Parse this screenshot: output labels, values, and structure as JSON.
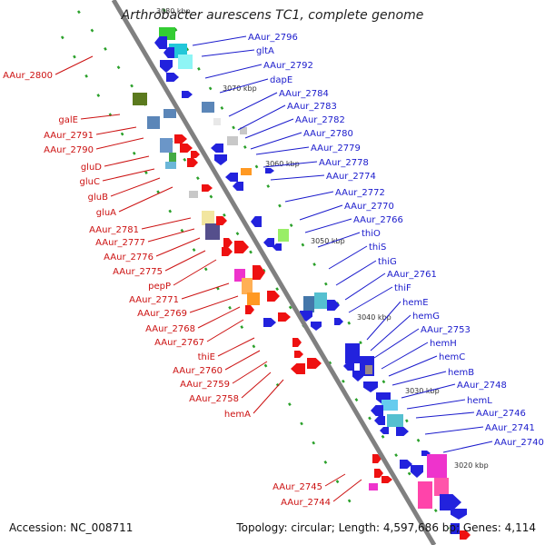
{
  "header": {
    "title": "Arthrobacter aurescens TC1, complete genome"
  },
  "footer": {
    "accession": "Accession: NC_008711",
    "summary": "Topology: circular; Length: 4,597,686 bp; Genes: 4,114"
  },
  "colors": {
    "forward_label": "#1a1acc",
    "reverse_label": "#cc1111",
    "backbone": "#808080"
  },
  "ticks": [
    {
      "label": "3080 kbp"
    },
    {
      "label": "3070 kbp"
    },
    {
      "label": "3060 kbp"
    },
    {
      "label": "3050 kbp"
    },
    {
      "label": "3040 kbp"
    },
    {
      "label": "3030 kbp"
    },
    {
      "label": "3020 kbp"
    }
  ],
  "labels_right": [
    "AAur_2796",
    "gltA",
    "AAur_2792",
    "dapE",
    "AAur_2784",
    "AAur_2783",
    "AAur_2782",
    "AAur_2780",
    "AAur_2779",
    "AAur_2778",
    "AAur_2774",
    "AAur_2772",
    "AAur_2770",
    "AAur_2766",
    "thiO",
    "thiS",
    "thiG",
    "AAur_2761",
    "thiF",
    "hemE",
    "hemG",
    "AAur_2753",
    "hemH",
    "hemC",
    "hemB",
    "AAur_2748",
    "hemL",
    "AAur_2746",
    "AAur_2741",
    "AAur_2740"
  ],
  "labels_left": [
    "AAur_2800",
    "galE",
    "AAur_2791",
    "AAur_2790",
    "gluD",
    "gluC",
    "gluB",
    "gluA",
    "AAur_2781",
    "AAur_2777",
    "AAur_2776",
    "AAur_2775",
    "pepP",
    "AAur_2771",
    "AAur_2769",
    "AAur_2768",
    "AAur_2767",
    "thiE",
    "AAur_2760",
    "AAur_2759",
    "AAur_2758",
    "hemA",
    "AAur_2745",
    "AAur_2744"
  ]
}
